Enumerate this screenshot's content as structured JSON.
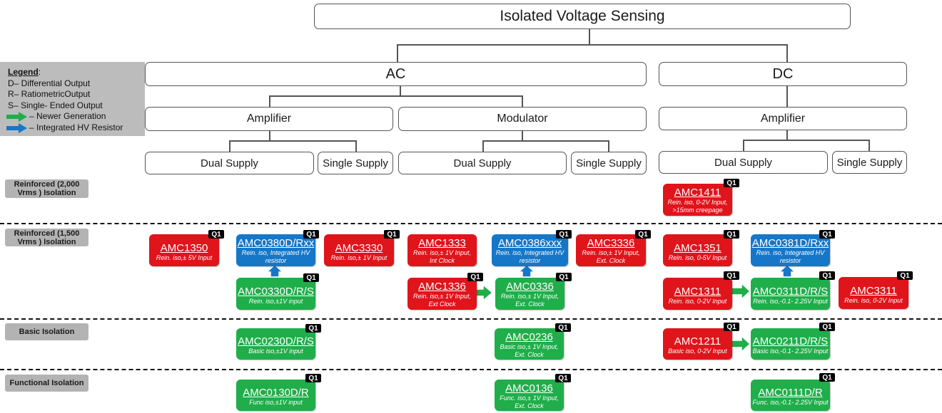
{
  "root": "Isolated Voltage Sensing",
  "categories": {
    "ac": "AC",
    "dc": "DC"
  },
  "subcategories": {
    "ac_amplifier": "Amplifier",
    "ac_modulator": "Modulator",
    "dc_amplifier": "Amplifier"
  },
  "supplies": {
    "ac_amp_dual": "Dual Supply",
    "ac_amp_single": "Single Supply",
    "ac_mod_dual": "Dual Supply",
    "ac_mod_single": "Single Supply",
    "dc_amp_dual": "Dual Supply",
    "dc_amp_single": "Single Supply"
  },
  "legend": {
    "title": "Legend",
    "d": "D–   Differential Output",
    "r": "R–   RatiometricOutput",
    "s": "S–  Single- Ended Output",
    "green_arrow": "–     Newer Generation",
    "blue_arrow": "–     Integrated HV Resistor",
    "colors": {
      "green_arrow": "#1fae4a",
      "blue_arrow": "#1677c8"
    }
  },
  "isolation_levels": {
    "reinforced_2000": "Reinforced (2,000 Vrms ) Isolation",
    "reinforced_1500": "Reinforced (1,500 Vrms ) Isolation",
    "basic": "Basic Isolation",
    "functional": "Functional Isolation"
  },
  "badge": "Q1",
  "colors": {
    "red": "#e0141b",
    "green": "#1fae4a",
    "blue": "#1677c8"
  },
  "devices": {
    "amc1411": {
      "name": "AMC1411",
      "desc": "Rein. iso, 0-2V Input, >15mm creepage",
      "color": "red"
    },
    "amc1350": {
      "name": "AMC1350",
      "desc": "Rein. iso,± 5V Input",
      "color": "red"
    },
    "amc0380": {
      "name": "AMC0380D/Rxx",
      "desc": "Rein. iso, Integrated HV resistor",
      "color": "blue"
    },
    "amc3330": {
      "name": "AMC3330",
      "desc": "Rein. iso,± 1V Input",
      "color": "red"
    },
    "amc1333": {
      "name": "AMC1333",
      "desc": "Rein. iso,± 1V Input, Int Clock",
      "color": "red"
    },
    "amc0386": {
      "name": "AMC0386xxx",
      "desc": "Rein. iso, Integrated HV resistor",
      "color": "blue"
    },
    "amc3336": {
      "name": "AMC3336",
      "desc": "Rein. iso,± 1V Input, Ext. Clock",
      "color": "red"
    },
    "amc1351": {
      "name": "AMC1351",
      "desc": "Rein. iso, 0-5V Input",
      "color": "red"
    },
    "amc0381": {
      "name": "AMC0381D/Rxx",
      "desc": "Rein. iso, Integrated HV resistor",
      "color": "blue"
    },
    "amc0330": {
      "name": "AMC0330D/R/S",
      "desc": "Rein. iso,±1V input",
      "color": "green"
    },
    "amc1336": {
      "name": "AMC1336",
      "desc": "Rein. iso,± 1V Input, Ext Clock",
      "color": "red"
    },
    "amc0336": {
      "name": "AMC0336",
      "desc": "Rein. iso,± 1V Input, Ext. Clock",
      "color": "green"
    },
    "amc1311": {
      "name": "AMC1311",
      "desc": "Rein. iso, 0-2V Input",
      "color": "red"
    },
    "amc0311": {
      "name": "AMC0311D/R/S",
      "desc": "Rein. iso,-0.1- 2.25V Input",
      "color": "green"
    },
    "amc3311": {
      "name": "AMC3311",
      "desc": "Rein. iso, 0-2V Input",
      "color": "red"
    },
    "amc0230": {
      "name": "AMC0230D/R/S",
      "desc": "Basic iso,±1V input",
      "color": "green"
    },
    "amc0236": {
      "name": "AMC0236",
      "desc": "Basic iso,± 1V Input, Ext. Clock",
      "color": "green"
    },
    "amc1211": {
      "name": "AMC1211",
      "desc": "Basic iso, 0-2V Input",
      "color": "red"
    },
    "amc0211": {
      "name": "AMC0211D/R/S",
      "desc": "Basic iso,-0.1- 2.25V Input",
      "color": "green"
    },
    "amc0130": {
      "name": "AMC0130D/R",
      "desc": "Func iso,±1V input",
      "color": "green"
    },
    "amc0136": {
      "name": "AMC0136",
      "desc": "Func. iso,± 1V Input, Ext. Clock",
      "color": "green"
    },
    "amc0111": {
      "name": "AMC0111D/R",
      "desc": "Func. iso,-0.1- 2.25V Input",
      "color": "green"
    }
  }
}
